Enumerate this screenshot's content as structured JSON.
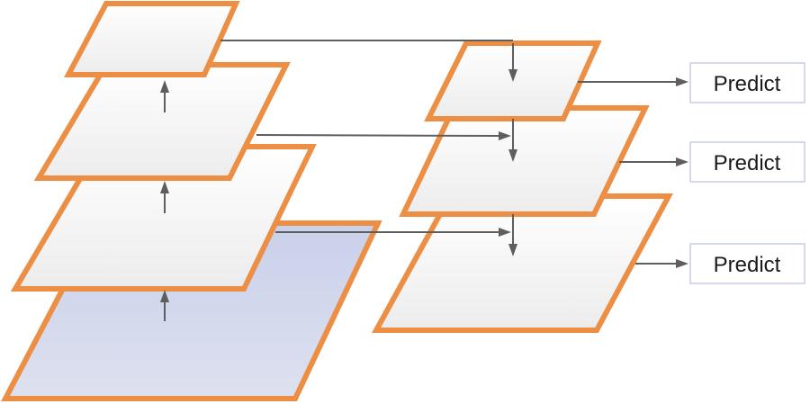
{
  "predict_boxes": [
    {
      "label": "Predict"
    },
    {
      "label": "Predict"
    },
    {
      "label": "Predict"
    }
  ],
  "colors": {
    "plate_border": "#ec8f45",
    "plate_fill": "#f7f7f7",
    "base_plate_fill": "#d0d6eb",
    "arrow": "#5e5e5e",
    "predict_border": "#c6cde3"
  }
}
